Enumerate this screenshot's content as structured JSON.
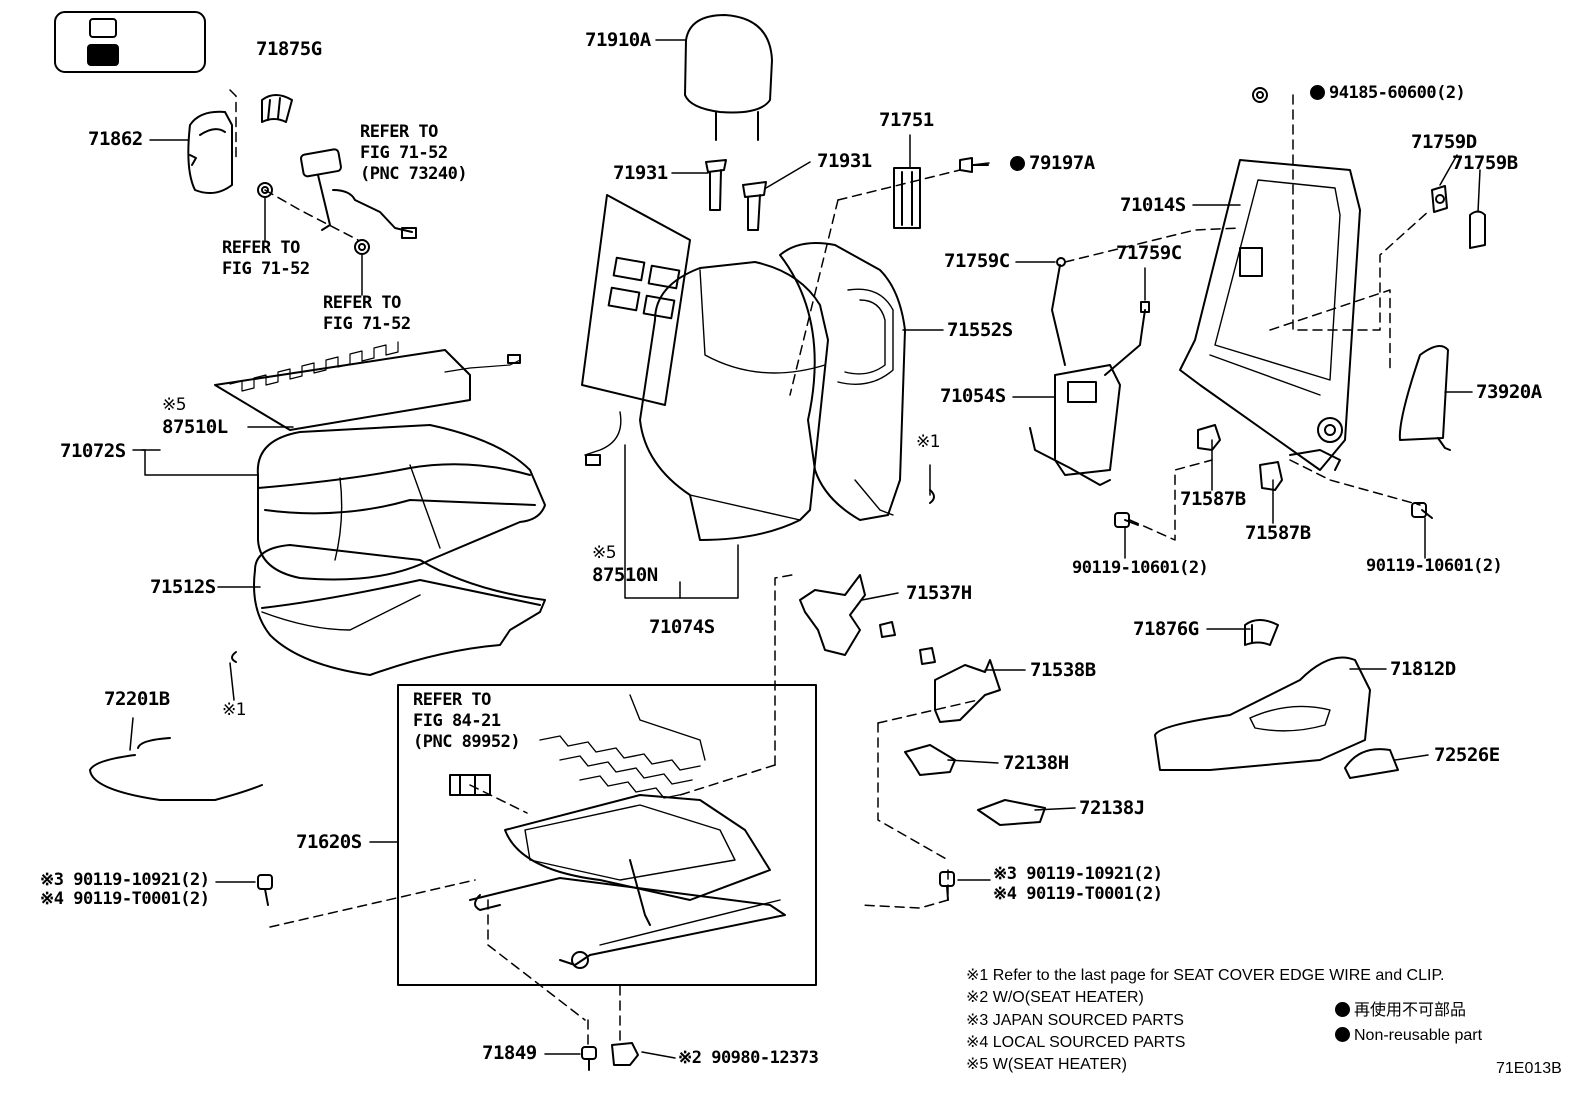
{
  "legend_box": {
    "icon_open": "outline-square-icon",
    "icon_filled": "filled-square-icon"
  },
  "parts": {
    "p71875G": "71875G",
    "p71862": "71862",
    "refer1_l1": "REFER TO",
    "refer1_l2": "FIG 71-52",
    "refer1_l3": "(PNC 73240)",
    "refer2_l1": "REFER TO",
    "refer2_l2": "FIG 71-52",
    "refer3_l1": "REFER TO",
    "refer3_l2": "FIG 71-52",
    "p71910A": "71910A",
    "p71931a": "71931",
    "p71931b": "71931",
    "p71751": "71751",
    "p79197A": "79197A",
    "p94185": "94185-60600(2)",
    "p71759D": "71759D",
    "p71759B": "71759B",
    "p71014S": "71014S",
    "p71759Ca": "71759C",
    "p71759Cb": "71759C",
    "p71552S": "71552S",
    "p71054S": "71054S",
    "p73920A": "73920A",
    "n5a": "※5",
    "p87510L": "87510L",
    "p71072S": "71072S",
    "p71512S": "71512S",
    "n1a": "※1",
    "n1b": "※1",
    "n5b": "※5",
    "p87510N": "87510N",
    "p71074S": "71074S",
    "p71537H": "71537H",
    "p71587Ba": "71587B",
    "p71587Bb": "71587B",
    "p90119a": "90119-10601(2)",
    "p90119b": "90119-10601(2)",
    "p72201B": "72201B",
    "refer4_l1": "REFER TO",
    "refer4_l2": "FIG 84-21",
    "refer4_l3": "(PNC 89952)",
    "p71538B": "71538B",
    "p71876G": "71876G",
    "p71812D": "71812D",
    "p72526E": "72526E",
    "p72138H": "72138H",
    "p72138J": "72138J",
    "p71620S": "71620S",
    "bl1": "※3 90119-10921(2)",
    "bl2": "※4 90119-T0001(2)",
    "br1": "※3 90119-10921(2)",
    "br2": "※4 90119-T0001(2)",
    "p71849": "71849",
    "p90980": "※2 90980-12373",
    "diagram_code": "71E013B"
  },
  "notes": {
    "n1": "※1  Refer to the last page for SEAT COVER EDGE WIRE and CLIP.",
    "n2": "※2  W/O(SEAT HEATER)",
    "n3": "※3  JAPAN SOURCED PARTS",
    "n4": "※4  LOCAL SOURCED PARTS",
    "n5": "※5  W(SEAT HEATER)",
    "nr_jp": "再使用不可部品",
    "nr_en": "Non-reusable part"
  },
  "colors": {
    "ink": "#000000",
    "paper": "#ffffff"
  }
}
